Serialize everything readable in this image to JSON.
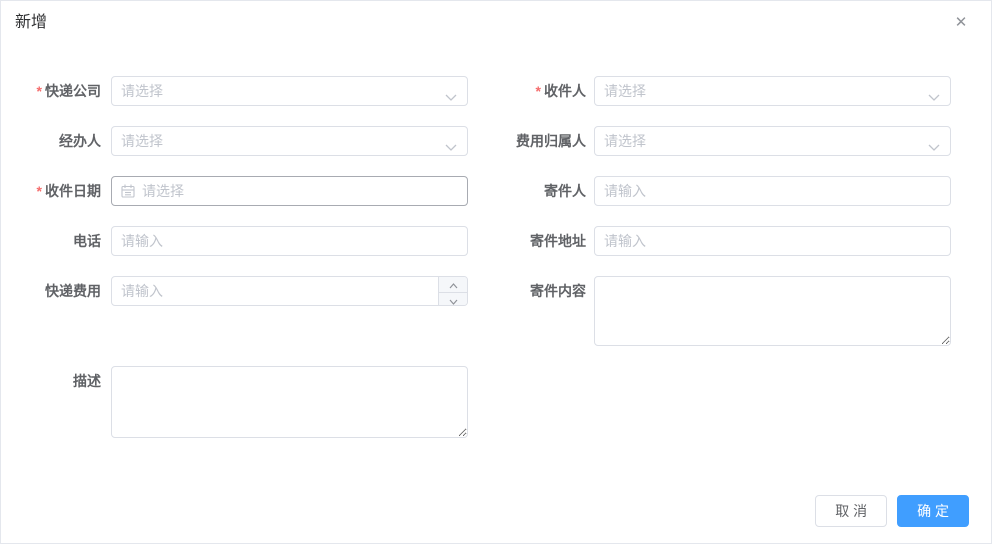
{
  "dialog": {
    "title": "新增",
    "close_icon": "✕"
  },
  "fields": {
    "express_company": {
      "label": "快递公司",
      "required": "*",
      "placeholder": "请选择"
    },
    "recipient": {
      "label": "收件人",
      "required": "*",
      "placeholder": "请选择"
    },
    "handler": {
      "label": "经办人",
      "placeholder": "请选择"
    },
    "fee_owner": {
      "label": "费用归属人",
      "placeholder": "请选择"
    },
    "receive_date": {
      "label": "收件日期",
      "required": "*",
      "placeholder": "请选择"
    },
    "sender": {
      "label": "寄件人",
      "placeholder": "请输入"
    },
    "phone": {
      "label": "电话",
      "placeholder": "请输入"
    },
    "send_address": {
      "label": "寄件地址",
      "placeholder": "请输入"
    },
    "express_fee": {
      "label": "快递费用",
      "placeholder": "请输入"
    },
    "send_content": {
      "label": "寄件内容",
      "placeholder": ""
    },
    "description": {
      "label": "描述",
      "placeholder": ""
    }
  },
  "footer": {
    "cancel": "取 消",
    "confirm": "确 定"
  },
  "colors": {
    "primary": "#409eff",
    "required_mark": "#f56c6c",
    "input_border": "#dcdfe6",
    "focused_border": "#a8abb2",
    "placeholder_text": "#c0c4cc",
    "label_text": "#606266",
    "title_text": "#303133"
  }
}
